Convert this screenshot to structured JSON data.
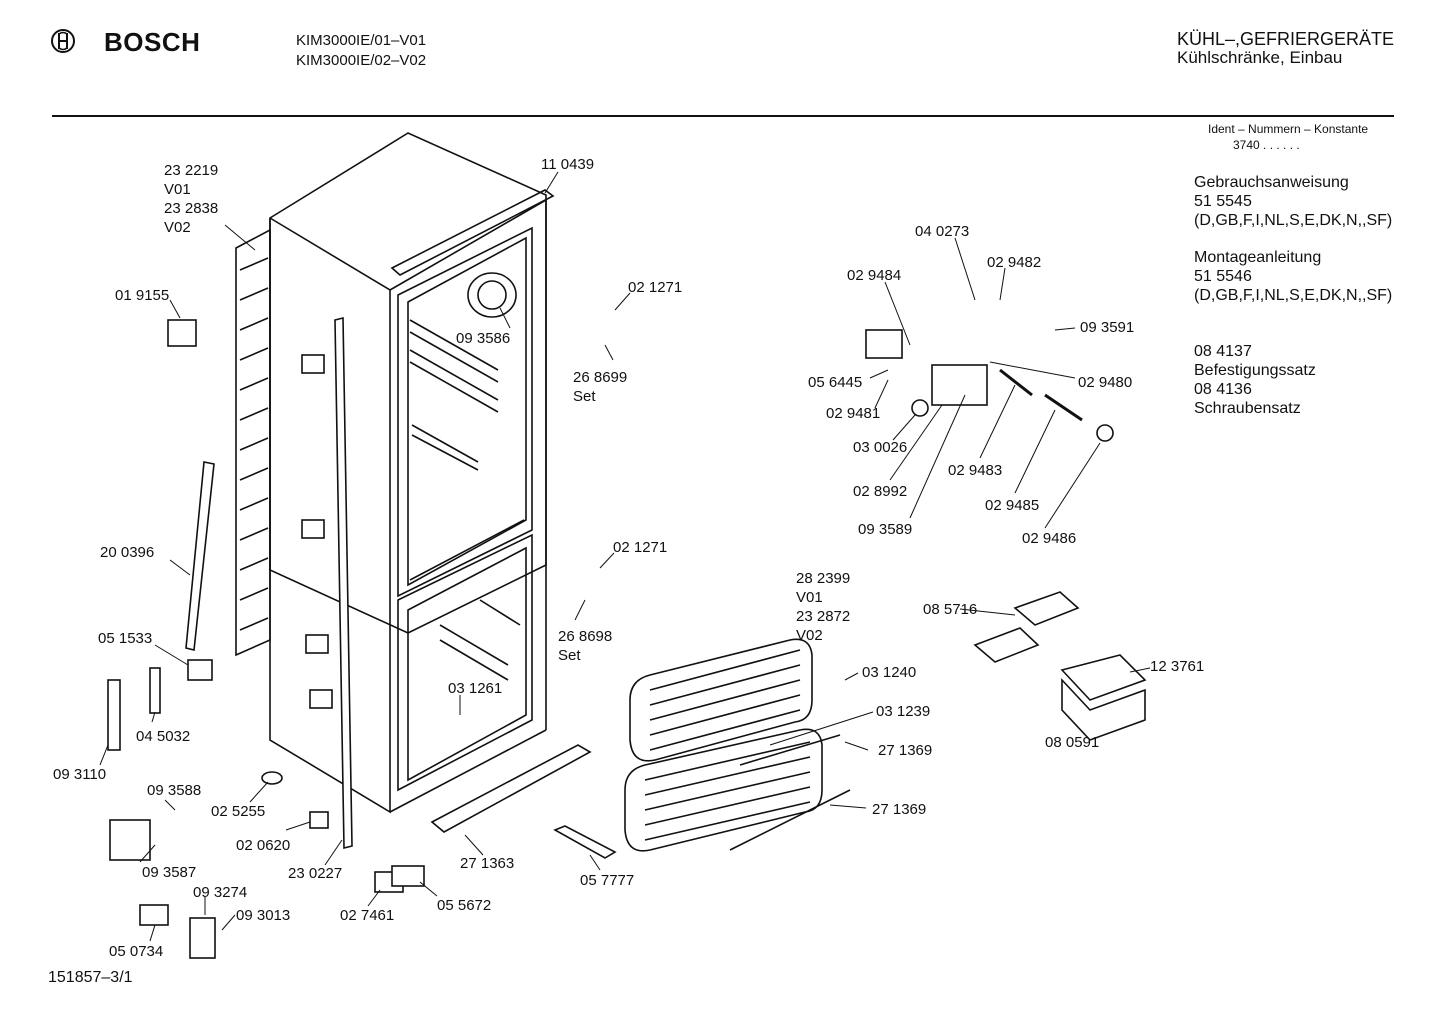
{
  "header": {
    "brand": "BOSCH",
    "models": [
      "KIM3000IE/01–V01",
      "KIM3000IE/02–V02"
    ],
    "category": "KÜHL–,GEFRIERGERÄTE",
    "subcategory": "Kühlschränke, Einbau"
  },
  "info": {
    "ident_title": "Ident – Nummern – Konstante",
    "ident_value": "3740  .  .    .  .  .  .",
    "manual_title": "Gebrauchsanweisung",
    "manual_number": "51 5545",
    "manual_langs": "(D,GB,F,I,NL,S,E,DK,N,,SF)",
    "install_title": "Montageanleitung",
    "install_number": "51 5546",
    "install_langs": "(D,GB,F,I,NL,S,E,DK,N,,SF)",
    "kit1_number": "08 4137",
    "kit1_name": "Befestigungssatz",
    "kit2_number": "08 4136",
    "kit2_name": "Schraubensatz"
  },
  "labels": [
    "23 2219",
    "V01",
    "23 2838",
    "V02",
    "11 0439",
    "01 9155",
    "09 3586",
    "02 1271",
    "26 8699",
    "Set",
    "04 0273",
    "02 9484",
    "02 9482",
    "09 3591",
    "05 6445",
    "02 9480",
    "02 9481",
    "03 0026",
    "02 9483",
    "02 8992",
    "02 9485",
    "09 3589",
    "02 9486",
    "20 0396",
    "02 1271",
    "26 8698",
    "Set",
    "28 2399",
    "V01",
    "23 2872",
    "V02",
    "08 5716",
    "12 3761",
    "05 1533",
    "03 1240",
    "03 1261",
    "03 1239",
    "04 5032",
    "27 1369",
    "08 0591",
    "09 3110",
    "09 3588",
    "02 5255",
    "27 1369",
    "02 0620",
    "09 3587",
    "23 0227",
    "27 1363",
    "09 3274",
    "05 7777",
    "09 3013",
    "05 5672",
    "02 7461",
    "05 0734"
  ],
  "footer": {
    "drawing_number": "151857–3/1"
  }
}
